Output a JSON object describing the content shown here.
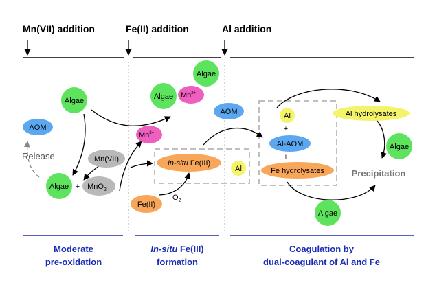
{
  "headers": {
    "mn_addition": "Mn(VII) addition",
    "fe_addition": "Fe(II) addition",
    "al_addition": "Al addition"
  },
  "nodes": {
    "algae_left": "Algae",
    "aom_left": "AOM",
    "release": "Release",
    "mn7": "Mn(VII)",
    "algae_bottom_left": "Algae",
    "plus": "+",
    "mno": "MnO",
    "mno_sub": "2",
    "algae_top_mid": "Algae",
    "algae_mid": "Algae",
    "mn_ion_1": "Mn",
    "mn_ion_1_sup": "2+",
    "mn_ion_2": "Mn",
    "mn_ion_2_sup": "2+",
    "aom_mid": "AOM",
    "insitu_italic": "In-situ",
    "insitu_rest": " Fe(III)",
    "fe2": "Fe(II)",
    "o2": "O",
    "o2_sub": "2",
    "al_mid": "Al",
    "al_box": "Al",
    "plus_1": "+",
    "al_aom": "Al-AOM",
    "plus_2": "+",
    "fe_hydrolysates": "Fe hydrolysates",
    "al_hydrolysates": "Al hydrolysates",
    "algae_right": "Algae",
    "precipitation": "Precipitation",
    "algae_bottom_right": "Algae"
  },
  "footers": {
    "f1_line1": "Moderate",
    "f1_line2": "pre-oxidation",
    "f2_italic": "In-situ",
    "f2_rest": " Fe(III)",
    "f2_line2": "formation",
    "f3_line1": "Coagulation by",
    "f3_line2": "dual-coagulant of Al and Fe"
  },
  "colors": {
    "algae_green": "#5de35d",
    "aom_blue": "#5ba8f0",
    "gray": "#b9b9b9",
    "pink": "#ef5fbf",
    "orange": "#f7a65a",
    "yellow": "#f4f46a",
    "footer_blue": "#1a2bb5"
  }
}
